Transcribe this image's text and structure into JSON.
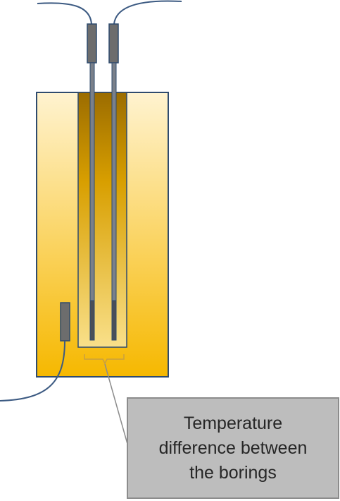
{
  "callout": {
    "line1": "Temperature",
    "line2": "difference between",
    "line3": "the borings"
  },
  "colors": {
    "block_top": "#fff3d0",
    "block_bottom": "#f6b800",
    "boring_top": "#9b6c00",
    "boring_bottom": "#f7d35a",
    "outline": "#2f4b6e",
    "rod": "#5f6570",
    "sensor": "#6d6d6d",
    "wire": "#3c5a82",
    "callout_fill": "#bdbdbd",
    "callout_border": "#8c8c8c"
  }
}
